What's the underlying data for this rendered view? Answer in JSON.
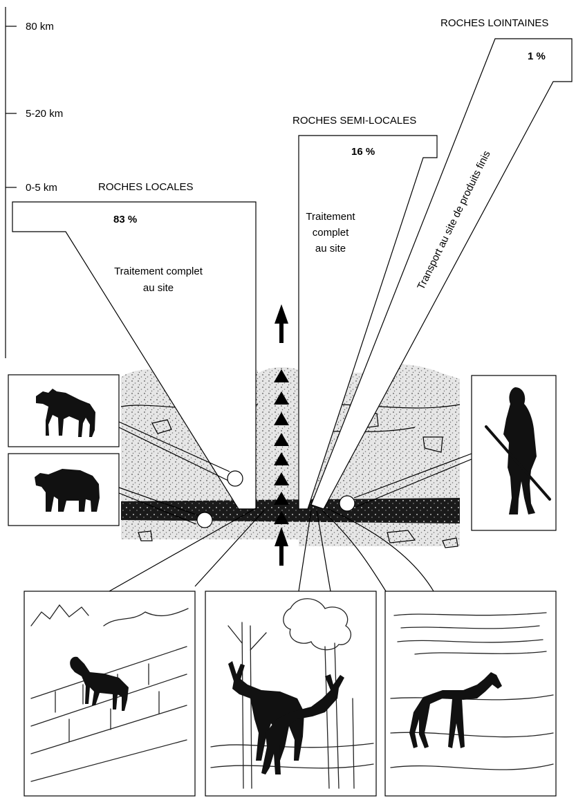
{
  "scale": {
    "ticks": [
      "80 km",
      "5-20 km",
      "0-5 km"
    ]
  },
  "sources": [
    {
      "title": "ROCHES LOCALES",
      "percent": "83 %",
      "note_lines": [
        "Traitement complet",
        "au site"
      ]
    },
    {
      "title": "ROCHES SEMI-LOCALES",
      "percent": "16 %",
      "note_lines": [
        "Traitement",
        "complet",
        "au site"
      ]
    },
    {
      "title": "ROCHES LOINTAINES",
      "percent": "1 %",
      "note": "Transport au site de produits finis"
    }
  ],
  "animals": {
    "left_top": "hyena-icon",
    "left_bottom": "bear-icon",
    "right": "prehistoric-human-icon",
    "bottom": [
      "chamois-icon",
      "deer-icon",
      "horse-icon"
    ]
  }
}
